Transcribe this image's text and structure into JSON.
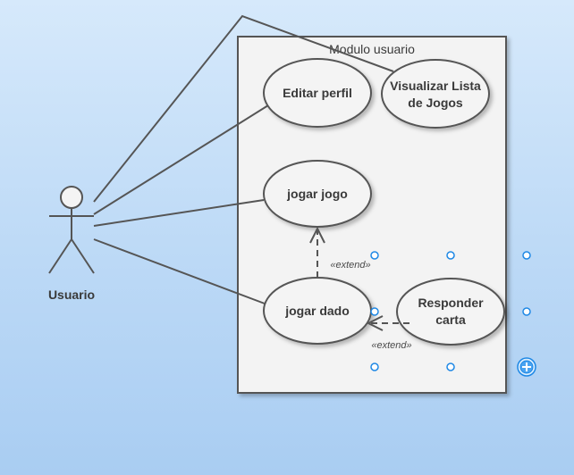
{
  "diagram": {
    "system_title": "Modulo usuario",
    "actor": {
      "name": "Usuario"
    },
    "use_cases": {
      "editar_perfil": [
        "Editar perfil"
      ],
      "visualizar_lista": [
        "Visualizar Lista",
        "de Jogos"
      ],
      "jogar_jogo": [
        "jogar jogo"
      ],
      "jogar_dado": [
        "jogar dado"
      ],
      "responder_carta": [
        "Responder",
        "carta"
      ]
    },
    "relations": {
      "extend_1": "«extend»",
      "extend_2": "«extend»"
    }
  },
  "selection": {
    "handle_color": "#1e88e5",
    "add_icon": "add-icon"
  }
}
